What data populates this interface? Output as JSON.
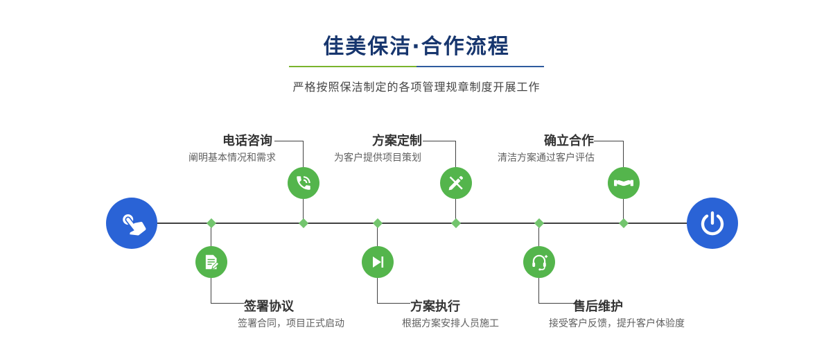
{
  "header": {
    "title": "佳美保洁·合作流程",
    "subtitle": "严格按照保洁制定的各项管理规章制度开展工作"
  },
  "colors": {
    "title_blue": "#17366e",
    "step_green": "#54b54c",
    "diamond_green": "#73c56e",
    "endpoint_blue": "#2a63d6",
    "divider_green": "#7ab32c",
    "divider_blue": "#2e5b9e",
    "line": "#404040"
  },
  "timeline": {
    "start_icon": "pointing-hand-icon",
    "end_icon": "power-icon"
  },
  "steps": {
    "top": [
      {
        "label": "电话咨询",
        "desc": "阐明基本情况和需求",
        "icon": "phone-icon"
      },
      {
        "label": "方案定制",
        "desc": "为客户提供项目策划",
        "icon": "design-pencil-icon"
      },
      {
        "label": "确立合作",
        "desc": "清洁方案通过客户评估",
        "icon": "handshake-icon"
      }
    ],
    "bottom": [
      {
        "label": "签署协议",
        "desc": "签署合同，项目正式启动",
        "icon": "contract-icon"
      },
      {
        "label": "方案执行",
        "desc": "根据方案安排人员施工",
        "icon": "play-forward-icon"
      },
      {
        "label": "售后维护",
        "desc": "接受客户反馈，提升客户体验度",
        "icon": "headset-icon"
      }
    ]
  }
}
